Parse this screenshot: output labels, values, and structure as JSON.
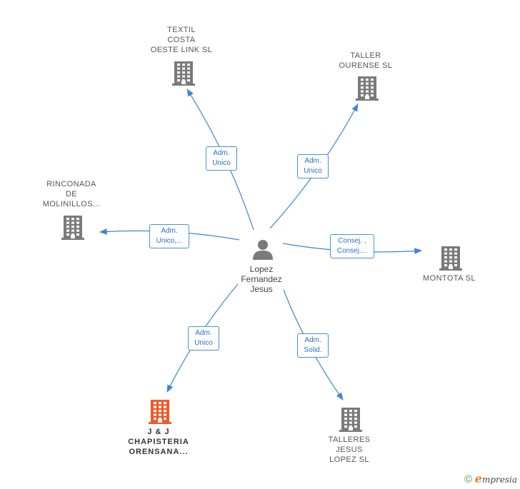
{
  "colors": {
    "edge": "#3d85d6",
    "building": "#7a7a7a",
    "building_highlight": "#f05a28",
    "person": "#7a7a7a"
  },
  "center": {
    "name": "Lopez\nFernandez\nJesus",
    "icon": "person-icon"
  },
  "companies": [
    {
      "id": "textil",
      "name": "TEXTIL\nCOSTA\nOESTE LINK SL",
      "icon": "building-icon",
      "highlight": false
    },
    {
      "id": "taller-ourense",
      "name": "TALLER\nOURENSE  SL",
      "icon": "building-icon",
      "highlight": false
    },
    {
      "id": "rinconada",
      "name": "RINCONADA\nDE\nMOLINILLOS...",
      "icon": "building-icon",
      "highlight": false
    },
    {
      "id": "montota",
      "name": "MONTOTA  SL",
      "icon": "building-icon",
      "highlight": false
    },
    {
      "id": "jj-chapisteria",
      "name": "J & J\nCHAPISTERIA\nORENSANA...",
      "icon": "building-icon",
      "highlight": true
    },
    {
      "id": "talleres-jesus",
      "name": "TALLERES\nJESUS\nLOPEZ  SL",
      "icon": "building-icon",
      "highlight": false
    }
  ],
  "relations": [
    {
      "to": "textil",
      "role": "Adm.\nUnico"
    },
    {
      "to": "taller-ourense",
      "role": "Adm.\nUnico"
    },
    {
      "to": "rinconada",
      "role": "Adm.\nUnico,..."
    },
    {
      "to": "montota",
      "role": "Consej. ,\nConsej...."
    },
    {
      "to": "jj-chapisteria",
      "role": "Adm.\nUnico"
    },
    {
      "to": "talleres-jesus",
      "role": "Adm.\nSolid."
    }
  ],
  "footer": {
    "copyright": "©",
    "brand_initial": "e",
    "brand_rest": "mpresia"
  }
}
